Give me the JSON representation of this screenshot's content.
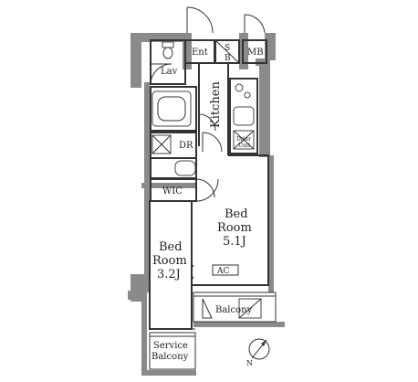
{
  "rooms": {
    "ent": "Ent",
    "sb": [
      "S",
      "B"
    ],
    "mb": "MB",
    "lav": "Lav",
    "kitchen": "Kitchen",
    "dr": "DR",
    "dryer": [
      "Drier",
      "Unit"
    ],
    "wic": "WIC",
    "bedroom_main": [
      "Bed",
      "Room",
      "5.1J"
    ],
    "bedroom_small": [
      "Bed",
      "Room",
      "3.2J"
    ],
    "ac": "AC",
    "balcony": "Balcony",
    "service_balcony": [
      "Service",
      "Balcony"
    ]
  },
  "compass": {
    "north": "N"
  }
}
